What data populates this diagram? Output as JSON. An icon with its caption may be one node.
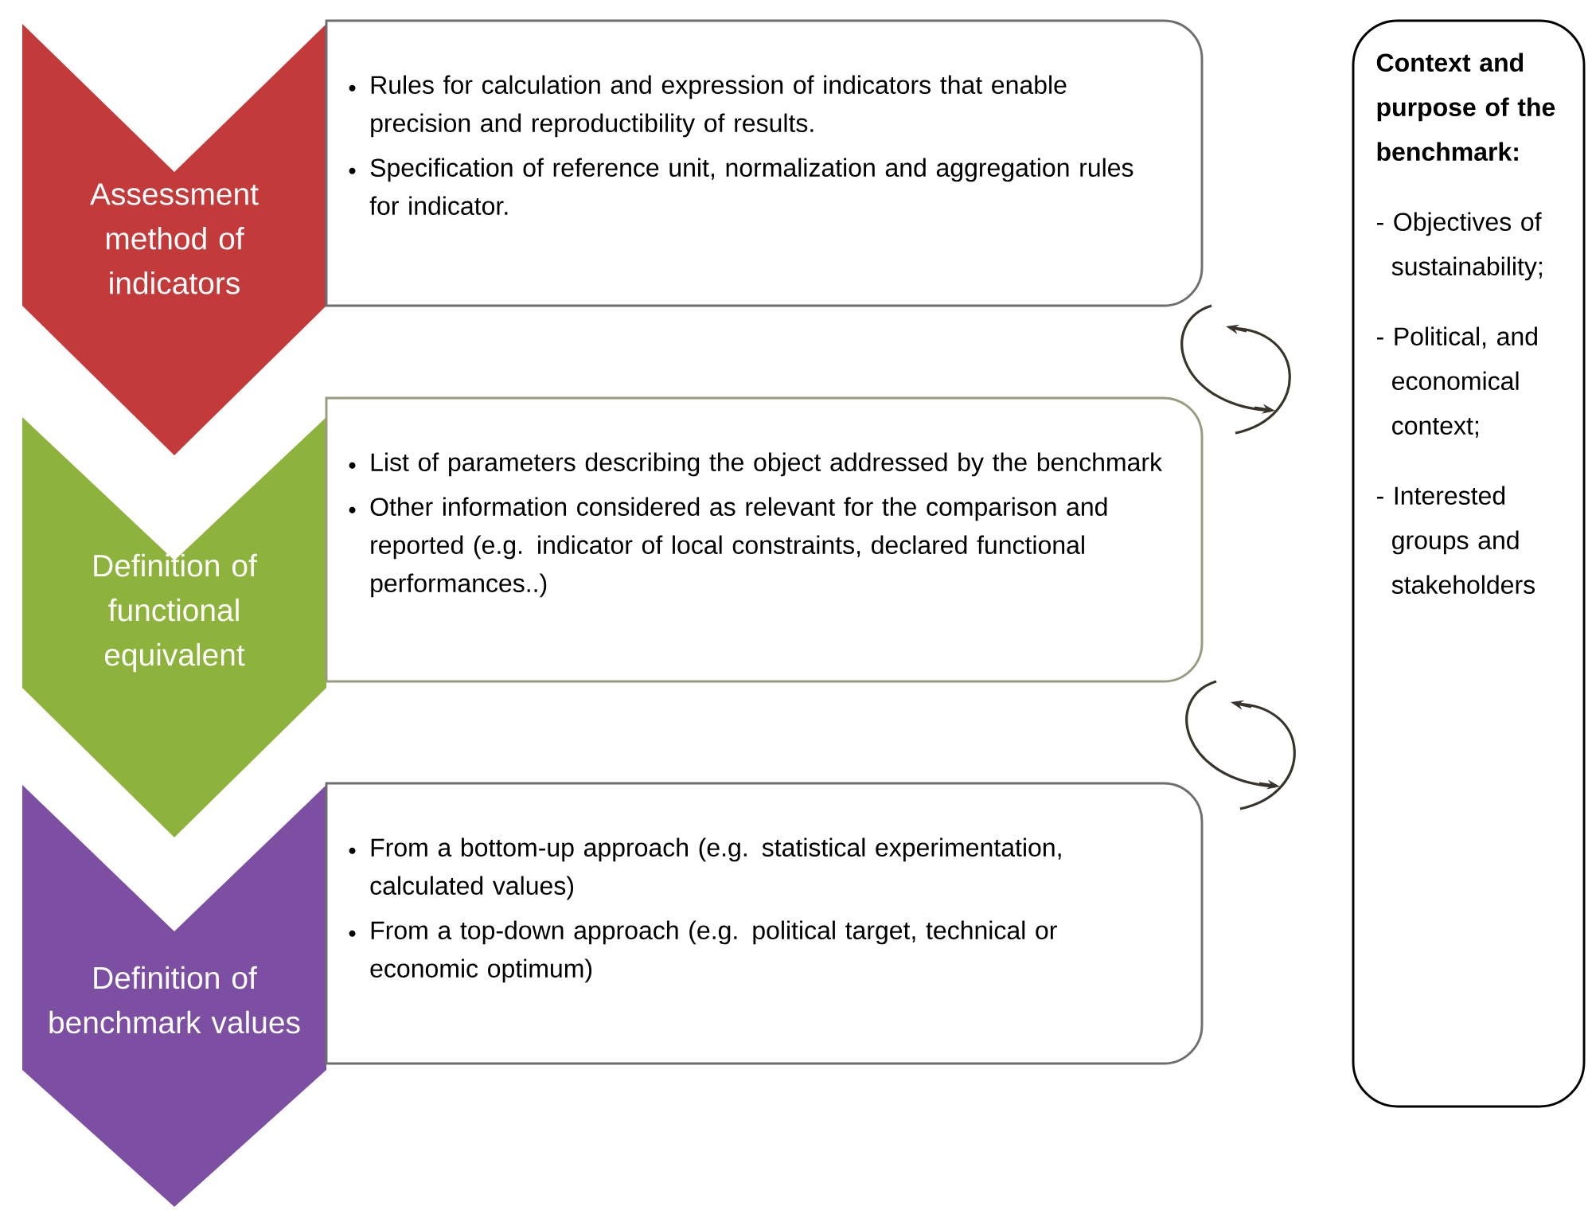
{
  "diagram": {
    "nodes": [
      {
        "text": [
          "Assessment method of indicators"
        ]
      },
      {
        "text": [
          "Rules for calculation and expression of indicators that enable precision and reproductibility  of results.",
          "Specification of reference unit, normalization and aggregation rules for indicator."
        ]
      },
      {
        "text": [
          "Definition of functional equivalent"
        ]
      },
      {
        "text": [
          "List of parameters describing the object addressed by the benchmark",
          "Other information considered as relevant for the comparison and reported (e.g. indicator of local constraints,  declared functional performances..)"
        ]
      },
      {
        "text": [
          "Definition of benchmark values"
        ]
      },
      {
        "text": [
          "From a bottom-up approach (e.g. statistical experimentation,  calculated values)",
          "From a top-down approach (e.g. political target, technical or economic optimum)"
        ]
      },
      {
        "text": [
          "Context and purpose of the benchmark:",
          "- Objectives of sustainability;",
          "- Political, and economical context;",
          "- Interested groups and stakeholders"
        ]
      }
    ]
  }
}
